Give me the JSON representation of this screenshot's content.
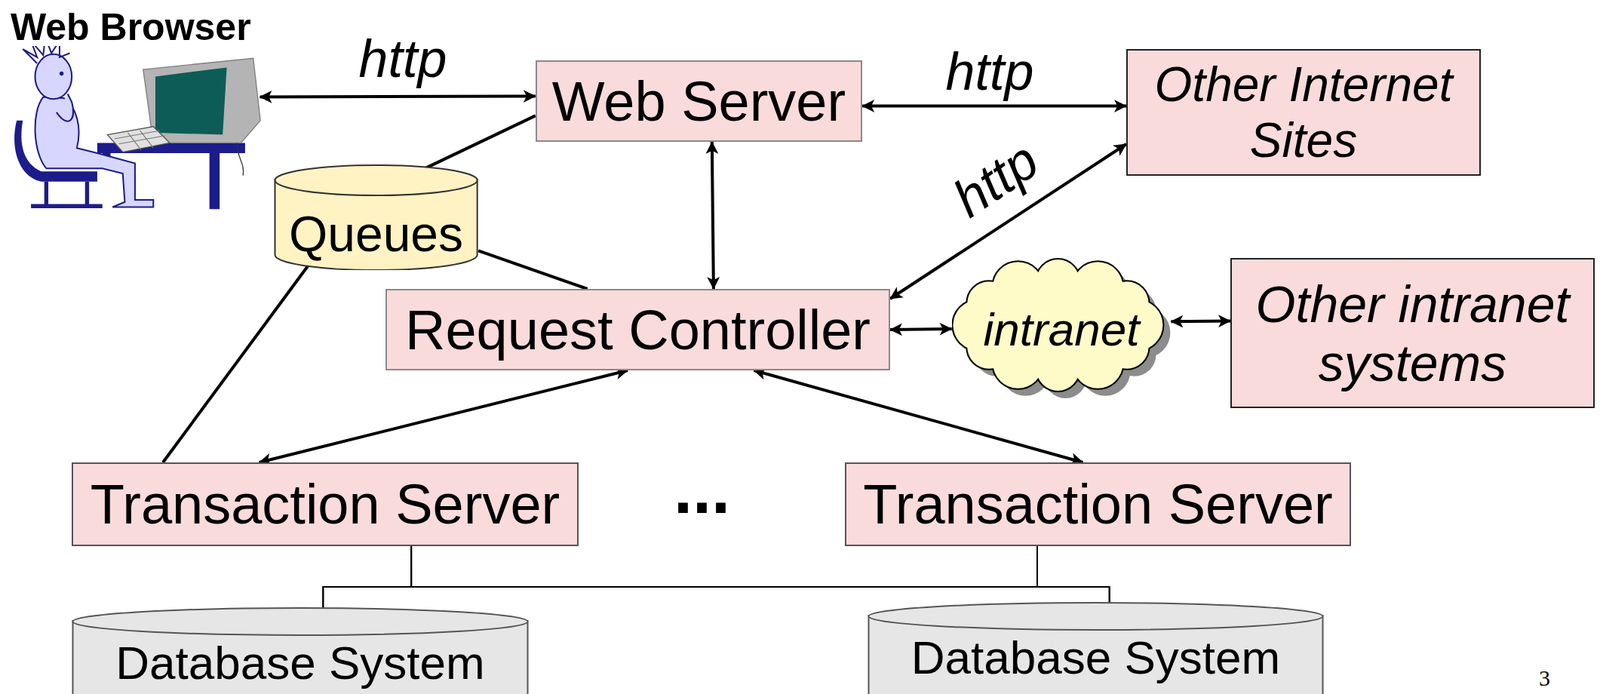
{
  "diagram": {
    "nodes": [
      {
        "text": [
          "Web Browser"
        ]
      },
      {
        "text": [
          "Web Server"
        ]
      },
      {
        "text": [
          "Other Internet Sites"
        ]
      },
      {
        "text": [
          "Queues"
        ]
      },
      {
        "text": [
          "Request Controller"
        ]
      },
      {
        "text": [
          "intranet"
        ]
      },
      {
        "text": [
          "Other intranet systems"
        ]
      },
      {
        "text": [
          "Transaction Server"
        ]
      },
      {
        "text": [
          "Transaction Server"
        ]
      },
      {
        "text": [
          "Database System"
        ]
      },
      {
        "text": [
          "Database System"
        ]
      }
    ],
    "edges": [
      {
        "from": 0,
        "to": 1,
        "arrow": "both",
        "label": "http"
      },
      {
        "from": 1,
        "to": 2,
        "arrow": "both",
        "label": "http"
      },
      {
        "from": 1,
        "to": 4,
        "arrow": "both"
      },
      {
        "from": 4,
        "to": 2,
        "arrow": "both",
        "label": "http"
      },
      {
        "from": 4,
        "to": 5,
        "arrow": "both"
      },
      {
        "from": 5,
        "to": 6,
        "arrow": "both"
      },
      {
        "from": 4,
        "to": 7,
        "arrow": "both"
      },
      {
        "from": 4,
        "to": 8,
        "arrow": "both"
      },
      {
        "from": 1,
        "to": 3,
        "arrow": "none"
      },
      {
        "from": 3,
        "to": 4,
        "arrow": "none"
      },
      {
        "from": 3,
        "to": 7,
        "arrow": "none"
      },
      {
        "from": 7,
        "to": 9,
        "arrow": "none"
      },
      {
        "from": 7,
        "to": 10,
        "arrow": "none"
      },
      {
        "from": 8,
        "to": 9,
        "arrow": "none"
      },
      {
        "from": 8,
        "to": 10,
        "arrow": "none"
      }
    ],
    "labels": [
      "...",
      "3"
    ]
  }
}
